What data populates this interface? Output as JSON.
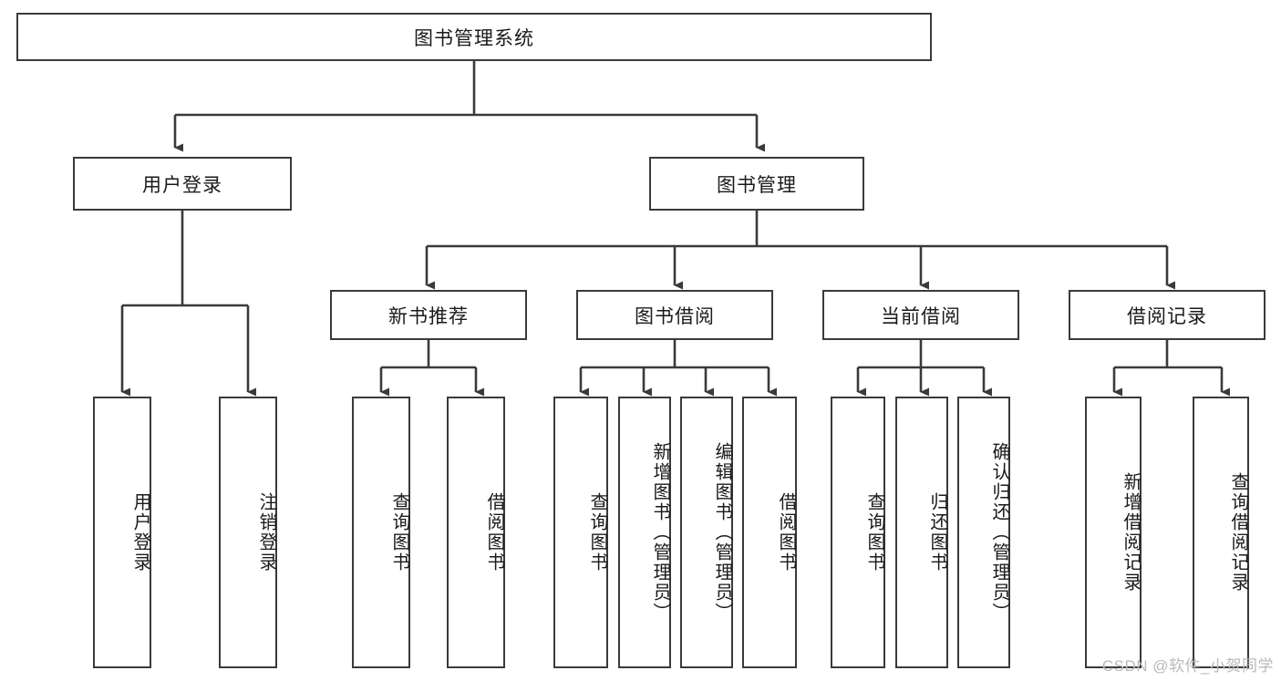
{
  "diagram": {
    "title": "图书管理系统",
    "type": "functional-structure-tree",
    "background_color": "#ffffff",
    "line_color": "#3a3a3a",
    "text_color": "#1a1a1a",
    "root": {
      "label": "图书管理系统",
      "orientation": "horizontal"
    },
    "level2": [
      {
        "label": "用户登录",
        "orientation": "horizontal"
      },
      {
        "label": "图书管理",
        "orientation": "horizontal"
      }
    ],
    "level3": [
      {
        "label": "新书推荐",
        "orientation": "horizontal"
      },
      {
        "label": "图书借阅",
        "orientation": "horizontal"
      },
      {
        "label": "当前借阅",
        "orientation": "horizontal"
      },
      {
        "label": "借阅记录",
        "orientation": "horizontal"
      }
    ],
    "leaves": {
      "user_login": [
        {
          "label": "用户登录",
          "orientation": "vertical"
        },
        {
          "label": "注销登录",
          "orientation": "vertical"
        }
      ],
      "new_book_recommend": [
        {
          "label": "查询图书",
          "orientation": "vertical"
        },
        {
          "label": "借阅图书",
          "orientation": "vertical"
        }
      ],
      "book_borrow": [
        {
          "label": "查询图书",
          "orientation": "vertical"
        },
        {
          "label": "新增图书（管理员）",
          "orientation": "vertical"
        },
        {
          "label": "编辑图书（管理员）",
          "orientation": "vertical"
        },
        {
          "label": "借阅图书",
          "orientation": "vertical"
        }
      ],
      "current_borrow": [
        {
          "label": "查询图书",
          "orientation": "vertical"
        },
        {
          "label": "归还图书",
          "orientation": "vertical"
        },
        {
          "label": "确认归还（管理员）",
          "orientation": "vertical"
        }
      ],
      "borrow_record": [
        {
          "label": "新增借阅记录",
          "orientation": "vertical"
        },
        {
          "label": "查询借阅记录",
          "orientation": "vertical"
        }
      ]
    },
    "watermark": "CSDN @软件_小贺同学"
  }
}
